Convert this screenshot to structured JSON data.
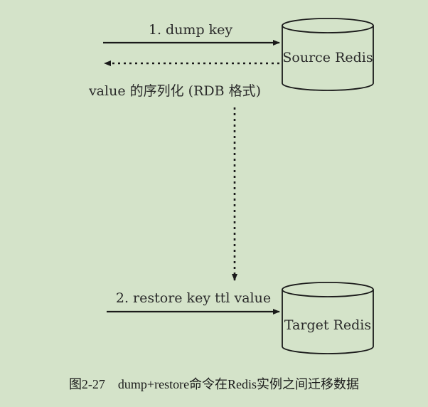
{
  "diagram": {
    "source_db": {
      "label": "Source Redis"
    },
    "target_db": {
      "label": "Target Redis"
    },
    "edges": {
      "dump_key": {
        "label": "1. dump key"
      },
      "serialized_value": {
        "label": "value 的序列化 (RDB 格式)"
      },
      "restore": {
        "label": "2. restore key ttl value"
      }
    }
  },
  "caption": "图2-27　dump+restore命令在Redis实例之间迁移数据",
  "colors": {
    "background": "#d4e3c9",
    "stroke": "#1a1a1a"
  }
}
